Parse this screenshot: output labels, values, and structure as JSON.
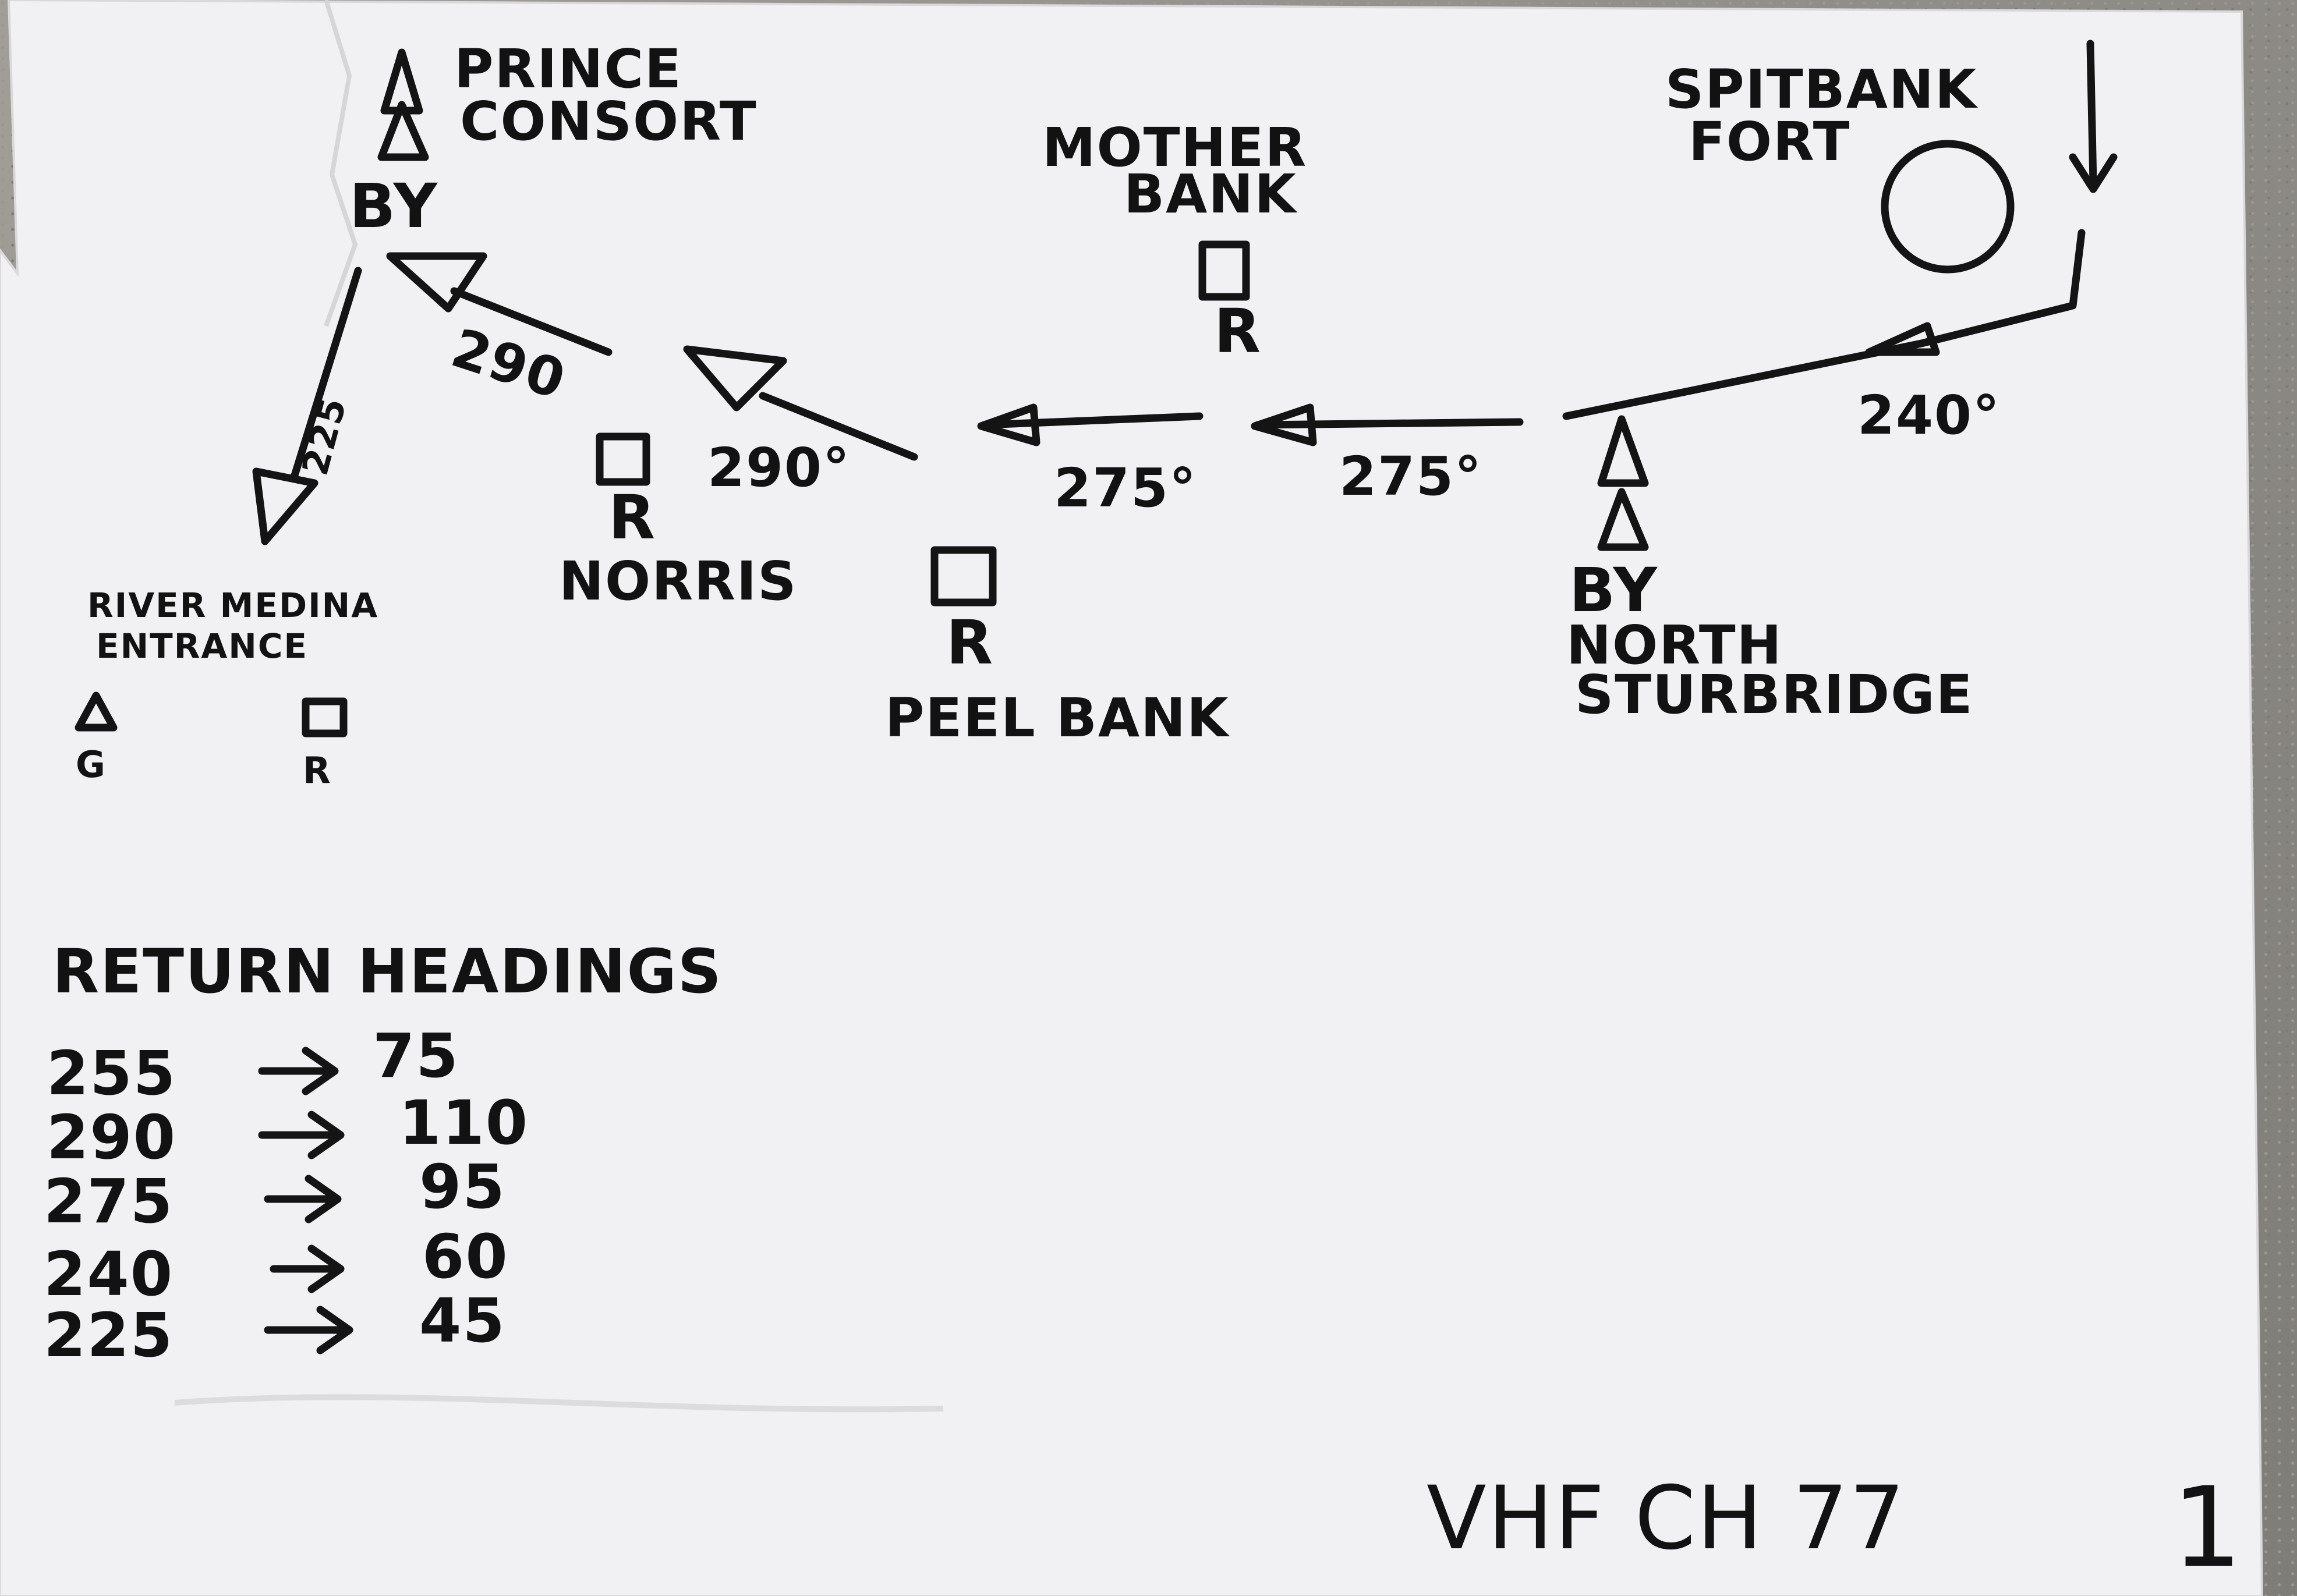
{
  "labels": {
    "prince_consort": [
      "PRINCE",
      "CONSORT"
    ],
    "by_top": "BY",
    "mother_bank": [
      "MOTHER",
      "BANK"
    ],
    "spitbank_fort": [
      "SPITBANK",
      "FORT"
    ],
    "norris": "NORRIS",
    "norris_marker": "R",
    "mother_bank_marker": "R",
    "peel_bank": "PEEL BANK",
    "peel_bank_marker": "R",
    "river_medina": [
      "RIVER MEDINA",
      "ENTRANCE"
    ],
    "river_medina_green": "G",
    "river_medina_red": "R",
    "north_sturbridge": [
      "BY",
      "NORTH",
      "STURBRIDGE"
    ]
  },
  "headings": {
    "h290_left": "290",
    "h225": "225",
    "h290_mid": "290°",
    "h275_left": "275°",
    "h275_right": "275°",
    "h240": "240°"
  },
  "return_headings": {
    "title": "RETURN HEADINGS",
    "rows": [
      {
        "out": "255",
        "back": "75"
      },
      {
        "out": "290",
        "back": "110"
      },
      {
        "out": "275",
        "back": "95"
      },
      {
        "out": "240",
        "back": "60"
      },
      {
        "out": "225",
        "back": "45"
      }
    ]
  },
  "footer": {
    "vhf": "VHF CH 77",
    "page_number": "1"
  }
}
